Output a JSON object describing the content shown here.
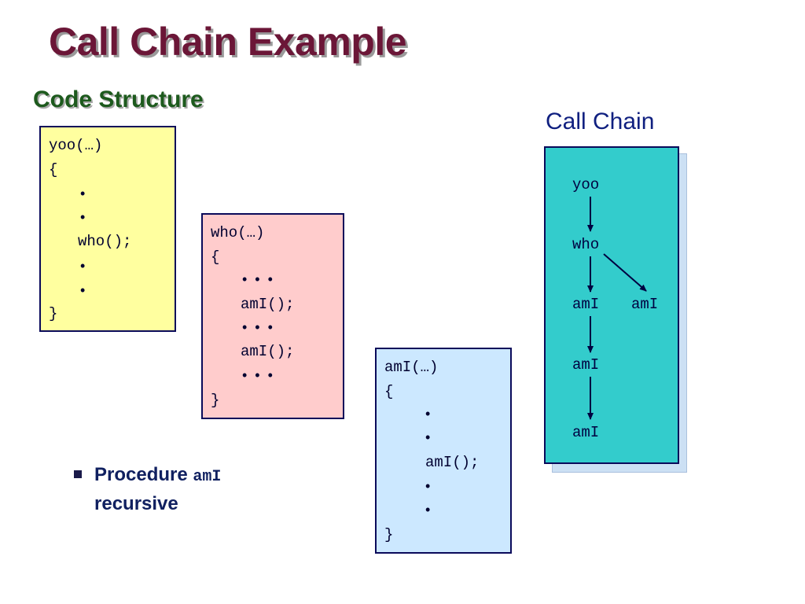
{
  "title": "Call Chain Example",
  "subtitle": "Code Structure",
  "call_chain": {
    "heading": "Call Chain",
    "nodes": {
      "yoo": "yoo",
      "who": "who",
      "ami_left": "amI",
      "ami_right": "amI",
      "ami_level3": "amI",
      "ami_level4": "amI"
    }
  },
  "code_boxes": {
    "yoo": {
      "header": "yoo(…)",
      "open": "{",
      "dot": "•",
      "call": "who();",
      "close": "}"
    },
    "who": {
      "header": "who(…)",
      "open": "{",
      "dots": "•  •  •",
      "call1": "amI();",
      "call2": "amI();",
      "close": "}"
    },
    "ami": {
      "header": "amI(…)",
      "open": "{",
      "dot": "•",
      "call": "amI();",
      "close": "}"
    }
  },
  "bullet": {
    "text_prefix": "Procedure",
    "code": "amI",
    "text_suffix": "recursive"
  },
  "colors": {
    "title": "#6b1637",
    "subtitle": "#1d5a1d",
    "yoo_box": "#ffff9f",
    "who_box": "#ffcccc",
    "ami_box": "#cce8ff",
    "chain_panel": "#33cccc"
  }
}
